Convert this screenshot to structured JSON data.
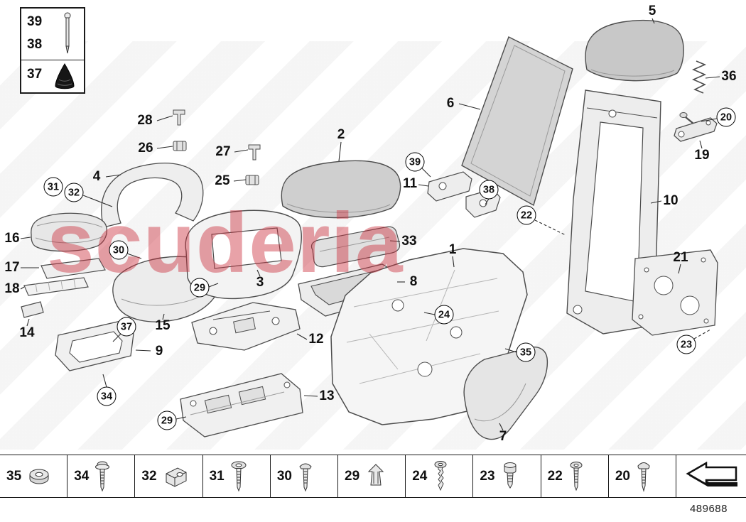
{
  "watermark": "scuderia",
  "doc_number": "489688",
  "legend": {
    "items": [
      {
        "label": "39",
        "icon": "locking-pin"
      },
      {
        "label": "38",
        "icon": "locking-pin"
      },
      {
        "label": "37",
        "icon": "rubber-buffer"
      }
    ]
  },
  "callouts": {
    "plain": [
      {
        "label": "28"
      },
      {
        "label": "26"
      },
      {
        "label": "27"
      },
      {
        "label": "25"
      },
      {
        "label": "4"
      },
      {
        "label": "2"
      },
      {
        "label": "6"
      },
      {
        "label": "5"
      },
      {
        "label": "36"
      },
      {
        "label": "19"
      },
      {
        "label": "11"
      },
      {
        "label": "10"
      },
      {
        "label": "16"
      },
      {
        "label": "33"
      },
      {
        "label": "1"
      },
      {
        "label": "17"
      },
      {
        "label": "18"
      },
      {
        "label": "3"
      },
      {
        "label": "8"
      },
      {
        "label": "21"
      },
      {
        "label": "14"
      },
      {
        "label": "15"
      },
      {
        "label": "12"
      },
      {
        "label": "9"
      },
      {
        "label": "13"
      },
      {
        "label": "7"
      }
    ],
    "circled": [
      {
        "label": "31"
      },
      {
        "label": "32"
      },
      {
        "label": "39"
      },
      {
        "label": "38"
      },
      {
        "label": "20"
      },
      {
        "label": "22"
      },
      {
        "label": "30"
      },
      {
        "label": "29"
      },
      {
        "label": "24"
      },
      {
        "label": "35"
      },
      {
        "label": "23"
      },
      {
        "label": "37"
      },
      {
        "label": "34"
      },
      {
        "label": "29"
      }
    ]
  },
  "fastener_strip": {
    "items": [
      {
        "label": "35",
        "icon": "flange-nut"
      },
      {
        "label": "34",
        "icon": "washer-screw"
      },
      {
        "label": "32",
        "icon": "clip-nut"
      },
      {
        "label": "31",
        "icon": "torx-screw"
      },
      {
        "label": "30",
        "icon": "pan-head-screw"
      },
      {
        "label": "29",
        "icon": "expansion-clip"
      },
      {
        "label": "24",
        "icon": "self-tapping-screw"
      },
      {
        "label": "23",
        "icon": "torx-bolt"
      },
      {
        "label": "22",
        "icon": "fillister-head-screw"
      },
      {
        "label": "20",
        "icon": "oval-head-screw"
      }
    ],
    "arrow_icon": "page-continuation-arrow"
  }
}
